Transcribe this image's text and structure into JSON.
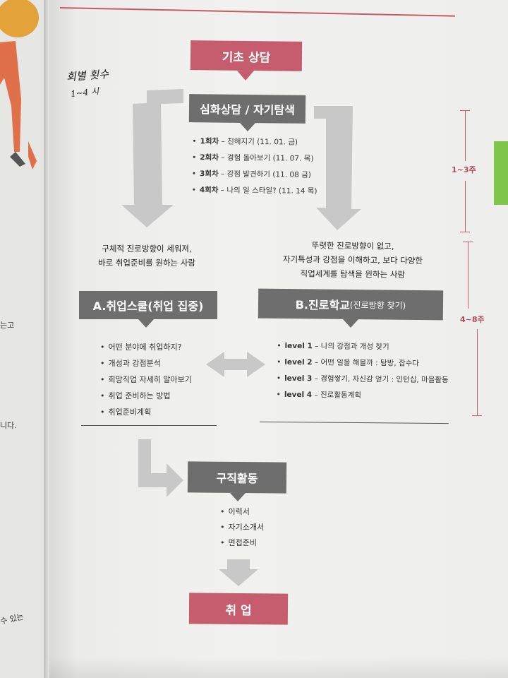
{
  "flow": {
    "basic": "기초 상담",
    "deep": "심화상담 / 자기탐색",
    "sessions": [
      {
        "num": "1회차",
        "text": " – 친해지기 (11. 01. 금)"
      },
      {
        "num": "2회차",
        "text": " – 경험 돌아보기 (11. 07. 목)"
      },
      {
        "num": "3회차",
        "text": " – 강점 발견하기 (11. 08 금)"
      },
      {
        "num": "4회차",
        "text": " – 나의 일 스타일? (11. 14 목)"
      }
    ],
    "left_desc": [
      "구체적 진로방향이 세워져,",
      "바로 취업준비를 원하는 사람"
    ],
    "right_desc": [
      "뚜렷한 진로방향이 없고,",
      "자기특성과 강점을 이해하고, 보다 다양한",
      "직업세계를 탐색을 원하는 사람"
    ],
    "school_a": "A.취업스쿨(취업 집중)",
    "school_b_main": "B.진로학교",
    "school_b_sub": "(진로방향 찾기)",
    "a_items": [
      "어떤 분야에 취업하지?",
      "개성과 강점분석",
      "희망직업 자세히 알아보기",
      "취업 준비하는 방법",
      "취업준비계획"
    ],
    "b_items": [
      {
        "level": "level 1",
        "text": " – 나의 강점과 개성 찾기"
      },
      {
        "level": "level 2",
        "text": " – 어떤 일을 해볼까 : 탐방, 잡수다"
      },
      {
        "level": "level 3",
        "text": " – 경험쌓기, 자신감 얻기 : 인턴십, 마을활동"
      },
      {
        "level": "level 4",
        "text": " – 진로활동계획"
      }
    ],
    "job": "구직활동",
    "job_items": [
      "이력서",
      "자기소개서",
      "면접준비"
    ],
    "employ": "취 업"
  },
  "periods": {
    "first": "1~3주",
    "second": "4~8주"
  },
  "handwriting": {
    "line1": "회별 횟수",
    "line2": "1~4 시"
  },
  "left_edge": {
    "a": "는고",
    "b": "니다.",
    "c": "수 있는"
  },
  "colors": {
    "pink": "#c65d6e",
    "gray": "#6e6e6e",
    "arrow": "#c8c8c8"
  }
}
